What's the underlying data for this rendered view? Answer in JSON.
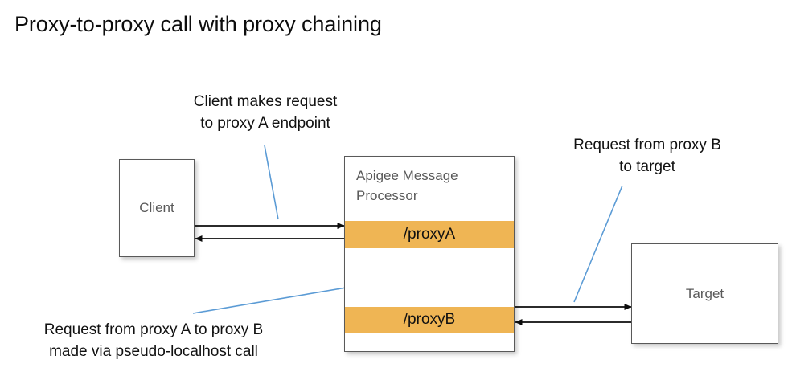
{
  "page": {
    "title": "Proxy-to-proxy call with proxy chaining",
    "background_color": "#ffffff"
  },
  "colors": {
    "proxy_band": "#efb554",
    "box_border": "#595959",
    "box_label_text": "#595959",
    "body_text": "#111111",
    "leader_line": "#5b9bd5",
    "arrow": "#0d0d0d"
  },
  "nodes": {
    "client": {
      "label": "Client"
    },
    "message_processor": {
      "title_line_1": "Apigee Message",
      "title_line_2": "Processor",
      "title": "Apigee Message Processor",
      "proxy_a": "/proxyA",
      "proxy_b": "/proxyB"
    },
    "target": {
      "label": "Target"
    }
  },
  "annotations": [
    {
      "id": "client-request",
      "line_1": "Client makes request",
      "line_2": "to proxy A endpoint",
      "text": "Client makes request to proxy A endpoint"
    },
    {
      "id": "proxy-b-to-target",
      "line_1": "Request from proxy B",
      "line_2": "to target",
      "text": "Request from proxy B to target"
    },
    {
      "id": "proxy-a-to-proxy-b",
      "line_1": "Request from proxy A to proxy B",
      "line_2": "made via pseudo-localhost call",
      "text": "Request from proxy A to proxy B made via pseudo-localhost call"
    }
  ],
  "flows": [
    {
      "id": "client-to-proxya",
      "from": "Client",
      "to": "/proxyA",
      "direction": "right"
    },
    {
      "id": "proxya-to-client",
      "from": "/proxyA",
      "to": "Client",
      "direction": "left"
    },
    {
      "id": "proxyb-to-proxya",
      "from": "/proxyB",
      "to": "/proxyA",
      "direction": "up"
    },
    {
      "id": "proxya-to-proxyb",
      "from": "/proxyA",
      "to": "/proxyB",
      "direction": "down"
    },
    {
      "id": "proxyb-to-target",
      "from": "/proxyB",
      "to": "Target",
      "direction": "right"
    },
    {
      "id": "target-to-proxyb",
      "from": "Target",
      "to": "/proxyB",
      "direction": "left"
    }
  ]
}
